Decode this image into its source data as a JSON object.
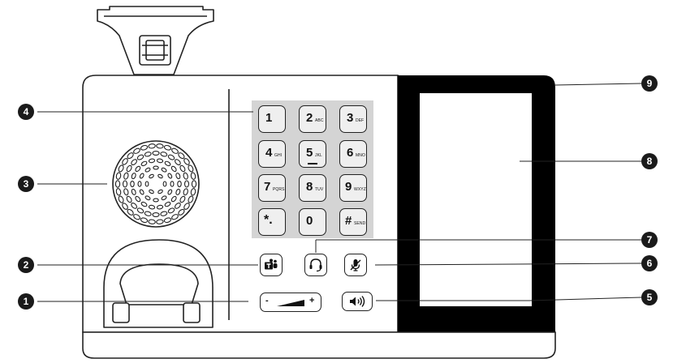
{
  "keypad": [
    {
      "digit": "1",
      "letters": ""
    },
    {
      "digit": "2",
      "letters": "ABC"
    },
    {
      "digit": "3",
      "letters": "DEF"
    },
    {
      "digit": "4",
      "letters": "GHI"
    },
    {
      "digit": "5",
      "letters": "JKL"
    },
    {
      "digit": "6",
      "letters": "MNO"
    },
    {
      "digit": "7",
      "letters": "PQRS"
    },
    {
      "digit": "8",
      "letters": "TUV"
    },
    {
      "digit": "9",
      "letters": "WXYZ"
    },
    {
      "digit": "*.",
      "letters": ""
    },
    {
      "digit": "0",
      "letters": ""
    },
    {
      "digit": "#",
      "letters": "SEND"
    }
  ],
  "callouts": [
    "1",
    "2",
    "3",
    "4",
    "5",
    "6",
    "7",
    "8",
    "9"
  ],
  "volume": {
    "minus": "-",
    "plus": "+"
  },
  "icons": {
    "teams": "teams-icon",
    "headset": "headset-icon",
    "mute": "mute-icon",
    "speaker": "speaker-icon",
    "speaker_grille": "speaker-grille-icon",
    "handset_cradle": "handset-cradle-icon"
  },
  "colors": {
    "outline": "#222222",
    "screen_bezel": "#000000",
    "keypad_bg": "#d4d4d4",
    "callout": "#1a1a1a"
  }
}
